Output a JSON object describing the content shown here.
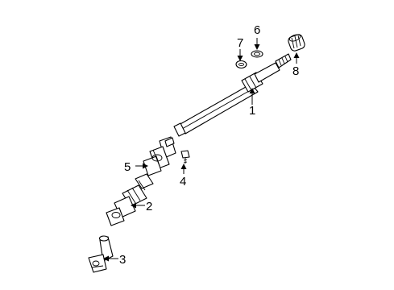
{
  "callouts": [
    {
      "number": "1"
    },
    {
      "number": "2"
    },
    {
      "number": "3"
    },
    {
      "number": "4"
    },
    {
      "number": "5"
    },
    {
      "number": "6"
    },
    {
      "number": "7"
    },
    {
      "number": "8"
    }
  ],
  "colors": {
    "line": "#000000",
    "background": "#ffffff"
  }
}
